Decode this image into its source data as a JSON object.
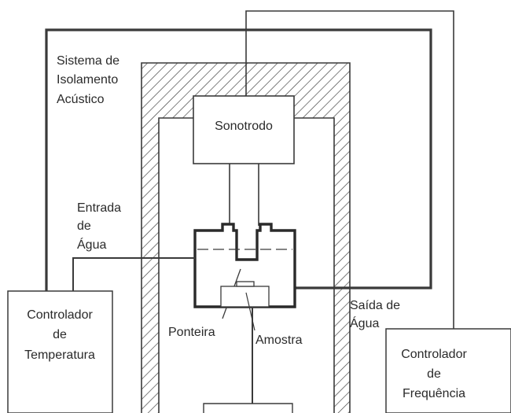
{
  "diagram": {
    "labels": {
      "isolation_line1": "Sistema de",
      "isolation_line2": "Isolamento",
      "isolation_line3": "Acústico",
      "sonotrode": "Sonotrodo",
      "water_in_line1": "Entrada",
      "water_in_line2": "de",
      "water_in_line3": "Água",
      "water_out_line1": "Saída de",
      "water_out_line2": "Água",
      "tip": "Ponteira",
      "sample": "Amostra",
      "temp_ctrl_line1": "Controlador",
      "temp_ctrl_line2": "de",
      "temp_ctrl_line3": "Temperatura",
      "freq_ctrl_line1": "Controlador",
      "freq_ctrl_line2": "de",
      "freq_ctrl_line3": "Frequência"
    },
    "colors": {
      "line": "#3a3a3a",
      "dark_line": "#2a2a2a",
      "hatch": "#3a3a3a",
      "background": "#ffffff"
    }
  }
}
